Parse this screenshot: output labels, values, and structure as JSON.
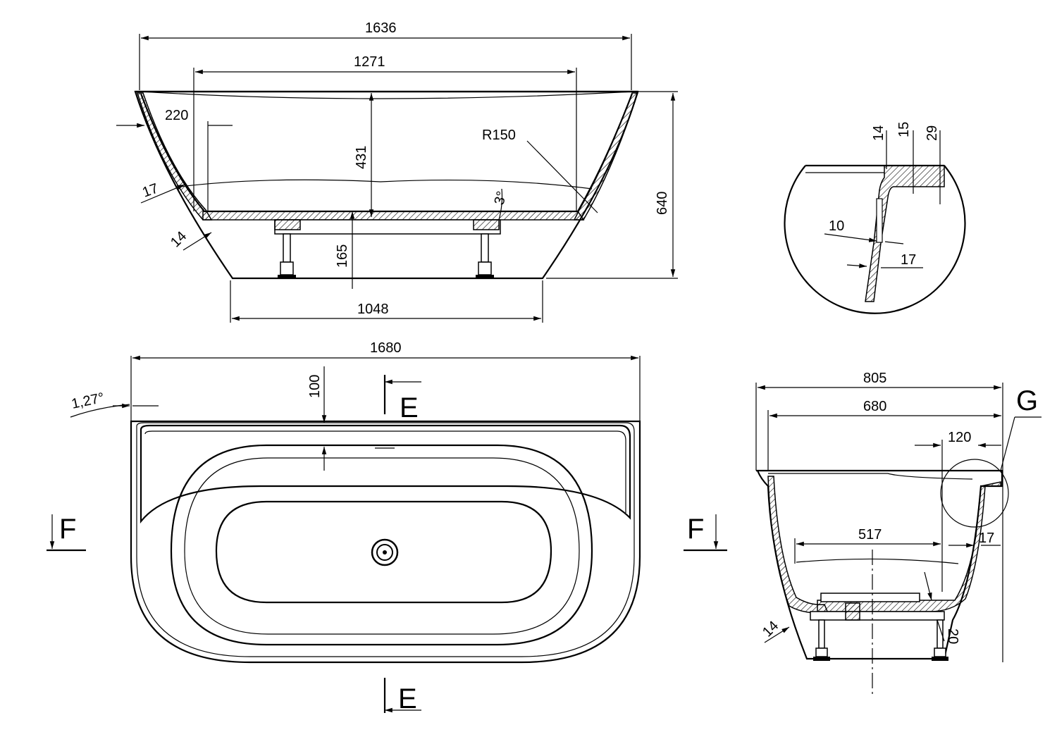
{
  "side_view": {
    "overall_length": "1636",
    "inner_length": "1271",
    "lip_offset": "220",
    "radius": "R150",
    "inner_depth": "431",
    "total_height": "640",
    "wall_top": "17",
    "wall_bottom": "14",
    "slope": "3°",
    "leg_height": "165",
    "base_length": "1048"
  },
  "detail_g": {
    "dim_14": "14",
    "dim_15": "15",
    "dim_29": "29",
    "dim_10": "10",
    "dim_17": "17"
  },
  "plan_view": {
    "overall_length": "1680",
    "angle": "1,27°",
    "rim_offset": "100",
    "section_e": "E",
    "section_f": "F"
  },
  "end_view": {
    "overall_width": "805",
    "inner_width": "680",
    "detail_ref": "G",
    "ledge": "120",
    "wall": "17",
    "base_width": "517",
    "wall_bottom": "14",
    "floor": "20"
  }
}
